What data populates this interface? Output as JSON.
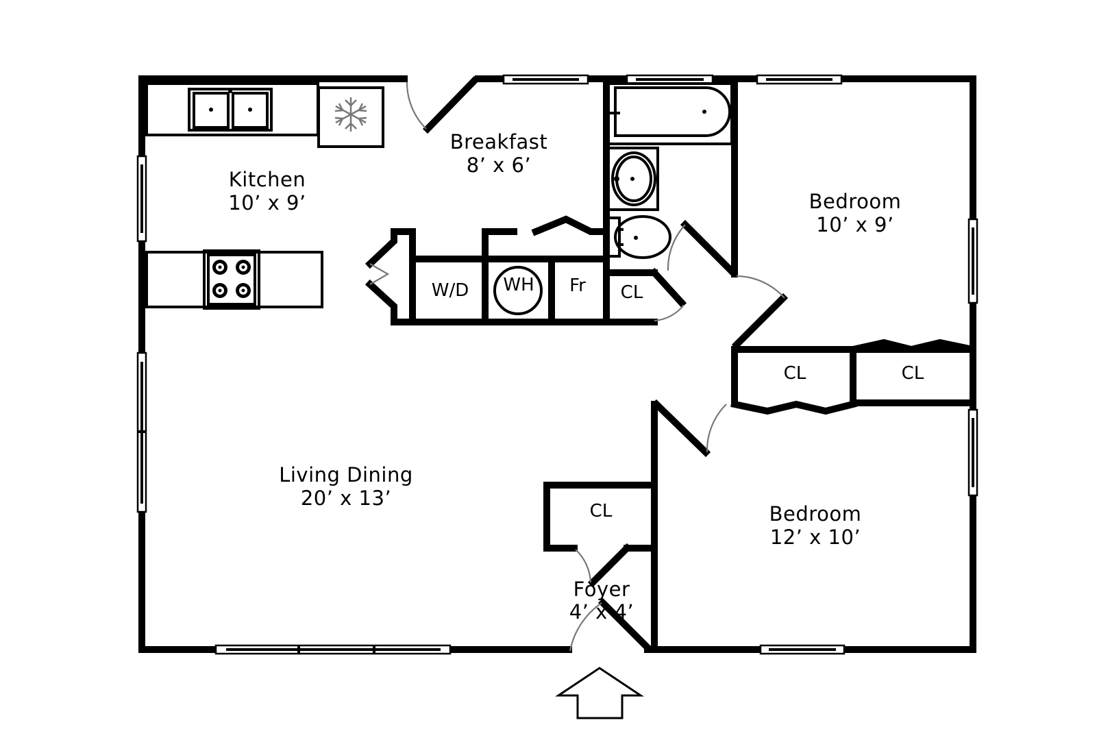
{
  "rooms": {
    "kitchen": {
      "name": "Kitchen",
      "dims": "10’ x 9’"
    },
    "breakfast": {
      "name": "Breakfast",
      "dims": "8’ x 6’"
    },
    "bedroom_1": {
      "name": "Bedroom",
      "dims": "10’ x 9’"
    },
    "living": {
      "name": "Living Dining",
      "dims": "20’ x 13’"
    },
    "bedroom_2": {
      "name": "Bedroom",
      "dims": "12’ x 10’"
    },
    "foyer": {
      "name": "Foyer",
      "dims": "4’ x 4’"
    }
  },
  "fixtures": {
    "washer_dryer": "W/D",
    "water_heater": "WH",
    "fridge": "Fr",
    "closet_bath": "CL",
    "closet_bed_a": "CL",
    "closet_bed_b": "CL",
    "closet_entry": "CL"
  },
  "icons": {
    "freezer": "snowflake-icon",
    "range": "cooktop-icon",
    "entrance": "entrance-arrow-icon"
  },
  "colors": {
    "wall": "#000000",
    "door_swing": "#777777",
    "background": "#ffffff"
  }
}
